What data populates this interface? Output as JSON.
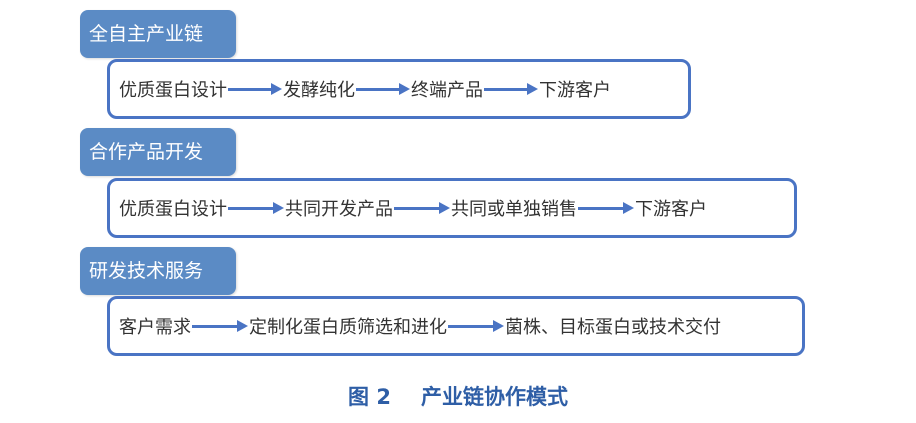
{
  "sections": [
    {
      "title": "全自主产业链",
      "steps": [
        "优质蛋白设计",
        "发酵纯化",
        "终端产品",
        "下游客户"
      ]
    },
    {
      "title": "合作产品开发",
      "steps": [
        "优质蛋白设计",
        "共同开发产品",
        "共同或单独销售",
        "下游客户"
      ]
    },
    {
      "title": "研发技术服务",
      "steps": [
        "客户需求",
        "定制化蛋白质筛选和进化",
        "菌株、目标蛋白或技术交付"
      ]
    }
  ],
  "caption": {
    "figure": "图 2",
    "title": "产业链协作模式"
  },
  "colors": {
    "tab_fill": "#5b8bc5",
    "flow_border": "#4a74c4",
    "arrow": "#4a74c4",
    "caption": "#2e5ea6"
  }
}
